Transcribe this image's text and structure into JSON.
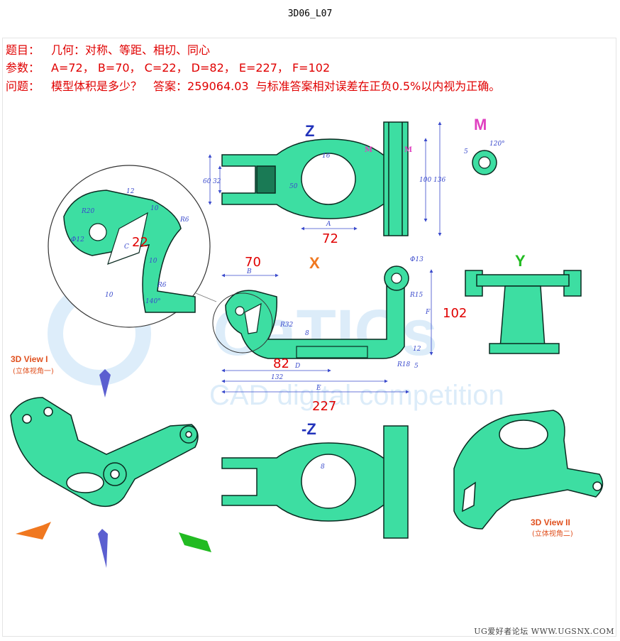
{
  "header": {
    "title": "3D06_L07"
  },
  "problem": {
    "topic_label": "题目：",
    "topic": "几何：对称、等距、相切、同心",
    "params_label": "参数：",
    "params": "A=72， B=70， C=22， D=82， E=227， F=102",
    "question_label": "问题：",
    "question": "模型体积是多少？",
    "answer_label": "答案：",
    "answer": "259064.03",
    "tolerance": "与标准答案相对误差在正负0.5%以内视为正确。"
  },
  "views": {
    "z": "Z",
    "m": "M",
    "x": "X",
    "y": "Y",
    "neg_z": "-Z",
    "view1": "3D View I",
    "view1_cn": "(立体视角一)",
    "view2": "3D View II",
    "view2_cn": "(立体视角二)"
  },
  "params_red": {
    "a": "72",
    "b": "70",
    "c": "22",
    "d": "82",
    "e": "227",
    "f": "102"
  },
  "dims": {
    "d60": "60",
    "d32": "32",
    "d16": "16",
    "d50": "50",
    "d100": "100",
    "d136": "136",
    "lblA": "A",
    "mm1": "M",
    "mm2": "M",
    "d120": "120°",
    "d5": "5",
    "d12": "12",
    "d10a": "10",
    "r20": "R20",
    "phi12": "Φ12",
    "r6a": "R6",
    "lblC": "C",
    "d10b": "10",
    "r6b": "R6",
    "d140": "140°",
    "d10c": "10",
    "phi13": "Φ13",
    "lblB": "B",
    "r15": "R15",
    "lblF": "F",
    "r32": "R32",
    "d8a": "8",
    "d12b": "12",
    "d5b": "5",
    "lblD": "D",
    "r18": "R18",
    "d132": "132",
    "lblE": "E",
    "d8b": "8"
  },
  "watermark": {
    "text": "CAD digital competition"
  },
  "colors": {
    "body": "#3ddea2",
    "edge": "#0a2a20",
    "dim": "#3a4acc",
    "param": "#e00000"
  },
  "footer": {
    "text": "UG爱好者论坛 WWW.UGSNX.COM"
  }
}
